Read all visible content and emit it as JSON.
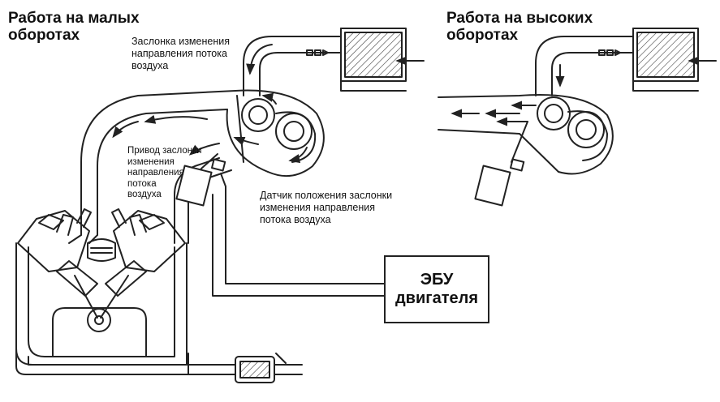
{
  "headings": {
    "low_rpm": "Работа на малых оборотах",
    "high_rpm": "Работа на высоких оборотах"
  },
  "low_rpm_heading_lines": [
    "Работа на малых",
    "оборотах"
  ],
  "high_rpm_heading_lines": [
    "Работа на высоких",
    "оборотах"
  ],
  "callouts": {
    "valve": [
      "Заслонка изменения",
      "направления потока",
      "воздуха"
    ],
    "actuator": [
      "Привод заслонки",
      "изменения",
      "направления",
      "потока",
      "воздуха"
    ],
    "sensor": [
      "Датчик положения заслонки",
      "изменения направления",
      "потока воздуха"
    ]
  },
  "ecu": {
    "lines": [
      "ЭБУ",
      "двигателя"
    ]
  },
  "colors": {
    "line": "#222222",
    "background": "#ffffff",
    "shading": "#cfcfcf"
  }
}
